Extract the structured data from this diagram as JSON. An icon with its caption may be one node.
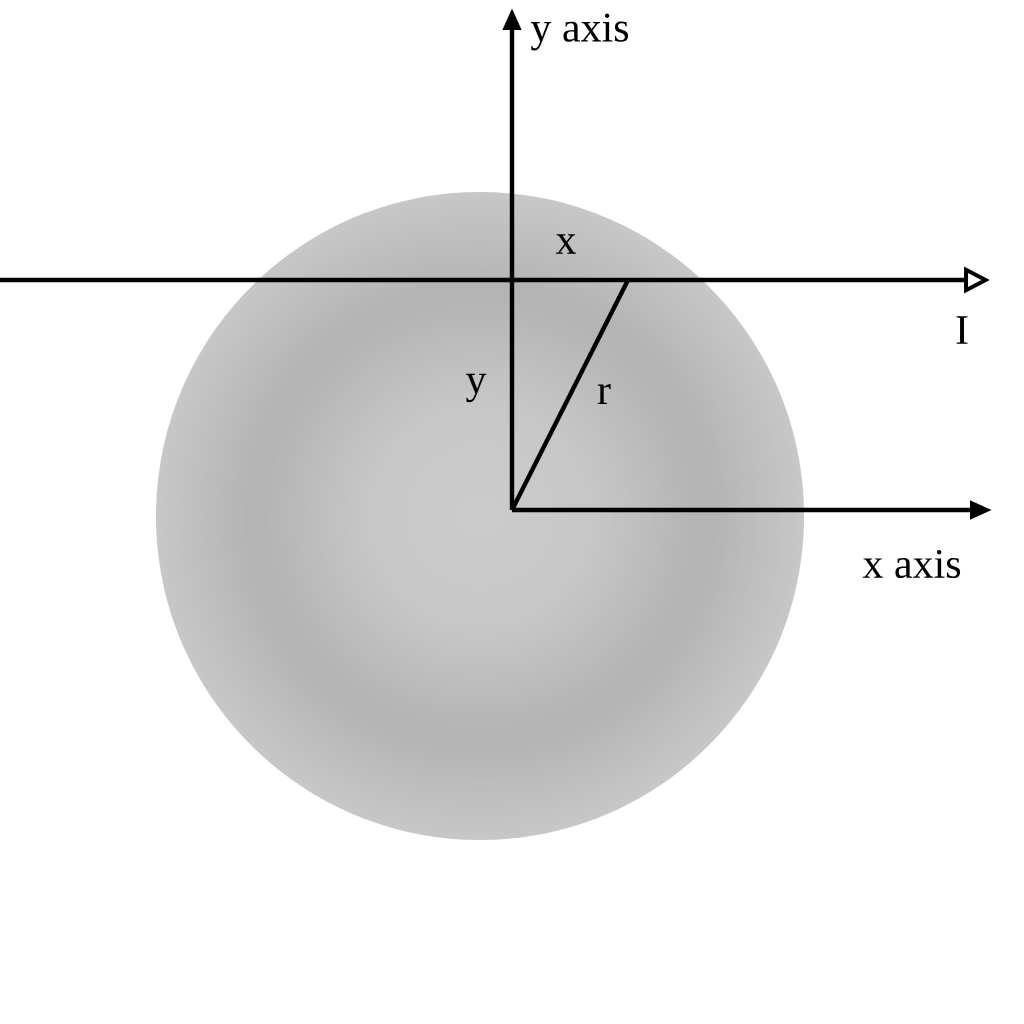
{
  "diagram": {
    "labels": [
      "y axis",
      "x",
      "I",
      "y",
      "r",
      "x axis"
    ]
  }
}
